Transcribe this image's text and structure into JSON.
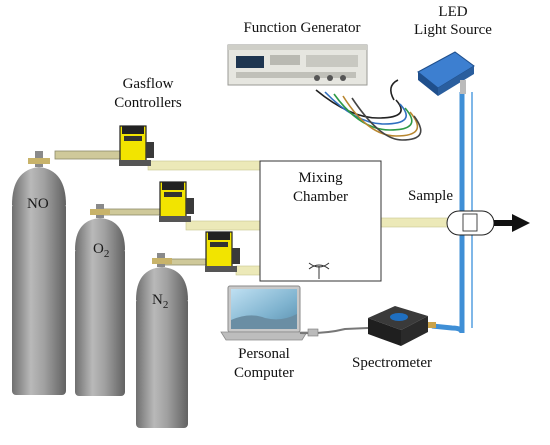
{
  "labels": {
    "function_generator": "Function Generator",
    "led_line1": "LED",
    "led_line2": "Light Source",
    "gasflow_line1": "Gasflow",
    "gasflow_line2": "Controllers",
    "mixing_line1": "Mixing",
    "mixing_line2": "Chamber",
    "sample": "Sample",
    "pc_line1": "Personal",
    "pc_line2": "Computer",
    "spectrometer": "Spectrometer"
  },
  "cylinders": [
    {
      "gas": "NO",
      "base": "",
      "sub": ""
    },
    {
      "gas": "",
      "base": "O",
      "sub": "2"
    },
    {
      "gas": "",
      "base": "N",
      "sub": "2"
    }
  ],
  "colors": {
    "cylinder": "#9a9a9a",
    "gas_line": "#ece9b8",
    "fiber": "#3f8fd6",
    "controller": "#f2e400",
    "spectrometer_accent": "#1f6fc0"
  }
}
